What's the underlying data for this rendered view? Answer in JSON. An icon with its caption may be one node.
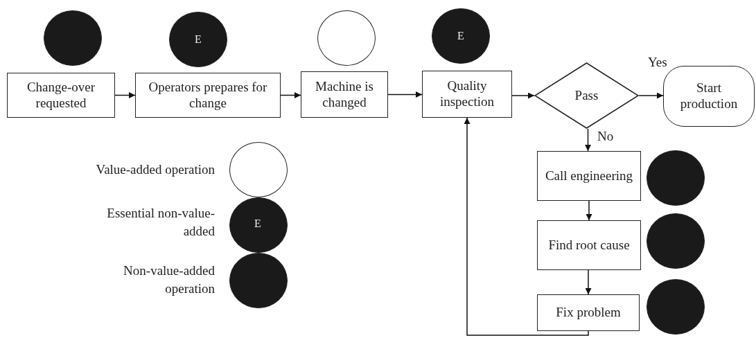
{
  "diagram": {
    "nodes": [
      {
        "text": [],
        "shape": "circle"
      },
      {
        "text": [
          "Change-over requested"
        ]
      },
      {
        "text": [
          "E"
        ]
      },
      {
        "text": [
          "Operators prepares for change"
        ]
      },
      {
        "text": [],
        "shape": "circle"
      },
      {
        "text": [
          "Machine is changed"
        ]
      },
      {
        "text": [
          "E"
        ]
      },
      {
        "text": [
          "Quality inspection"
        ]
      },
      {
        "text": [
          "Pass"
        ]
      },
      {
        "text": [
          "Start production"
        ]
      },
      {
        "text": [
          "Call engineering"
        ]
      },
      {
        "text": [],
        "shape": "circle"
      },
      {
        "text": [
          "Find root cause"
        ]
      },
      {
        "text": [],
        "shape": "circle"
      },
      {
        "text": [
          "Fix problem"
        ]
      },
      {
        "text": [],
        "shape": "circle"
      }
    ],
    "edges": [
      {
        "from": 1,
        "to": 3,
        "arrow": "to"
      },
      {
        "from": 3,
        "to": 5,
        "arrow": "to"
      },
      {
        "from": 5,
        "to": 7,
        "arrow": "to"
      },
      {
        "from": 7,
        "to": 8,
        "arrow": "to"
      },
      {
        "from": 8,
        "to": 9,
        "arrow": "to",
        "label": "Yes"
      },
      {
        "from": 8,
        "to": 10,
        "arrow": "to",
        "label": "No"
      },
      {
        "from": 10,
        "to": 12,
        "arrow": "to"
      },
      {
        "from": 12,
        "to": 14,
        "arrow": "to"
      },
      {
        "from": 14,
        "to": 7,
        "arrow": "to"
      }
    ],
    "labels": [
      "E"
    ],
    "legend": [
      {
        "text": "Value-added operation",
        "color": "#ffffff"
      },
      {
        "text": "Essential non-value-added",
        "color": "#1a1a1a"
      },
      {
        "text": "Non-value-added operation",
        "color": "#1a1a1a"
      }
    ]
  }
}
